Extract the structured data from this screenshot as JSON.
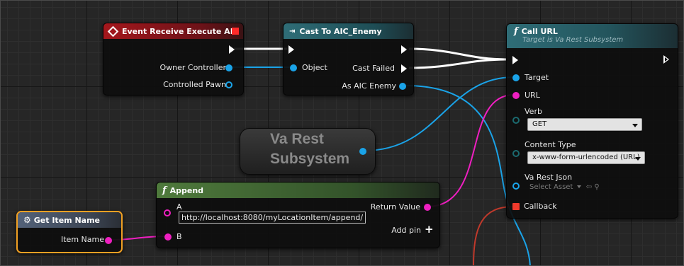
{
  "nodes": {
    "event": {
      "title": "Event Receive Execute AI",
      "pins": [
        "Owner Controller",
        "Controlled Pawn"
      ]
    },
    "cast": {
      "title": "Cast To AIC_Enemy",
      "icon": "cast-arrow-icon",
      "input_pins": [
        "Object"
      ],
      "output_pins": [
        "Cast Failed",
        "As AIC Enemy"
      ]
    },
    "call_url": {
      "title": "Call URL",
      "subtitle": "Target is Va Rest Subsystem",
      "pins": [
        "Target",
        "URL",
        "Verb",
        "Content Type",
        "Va Rest Json",
        "Callback"
      ],
      "verb_value": "GET",
      "content_type_value": "x-www-form-urlencoded (URL)",
      "json_value": "Select Asset"
    },
    "varest": {
      "line1": "Va Rest",
      "line2": "Subsystem"
    },
    "append": {
      "title": "Append",
      "pin_a": "A",
      "pin_a_value": "http://localhost:8080/myLocationItem/append/",
      "pin_b": "B",
      "return_label": "Return Value",
      "add_pin_label": "Add pin"
    },
    "get_item": {
      "title": "Get Item Name",
      "output": "Item Name"
    }
  },
  "colors": {
    "exec_wire": "#ffffff",
    "object_wire": "#1aa3e8",
    "string_wire": "#ef1fc1",
    "delegate_wire": "#c0392b",
    "selection_outline": "#f0a023"
  }
}
